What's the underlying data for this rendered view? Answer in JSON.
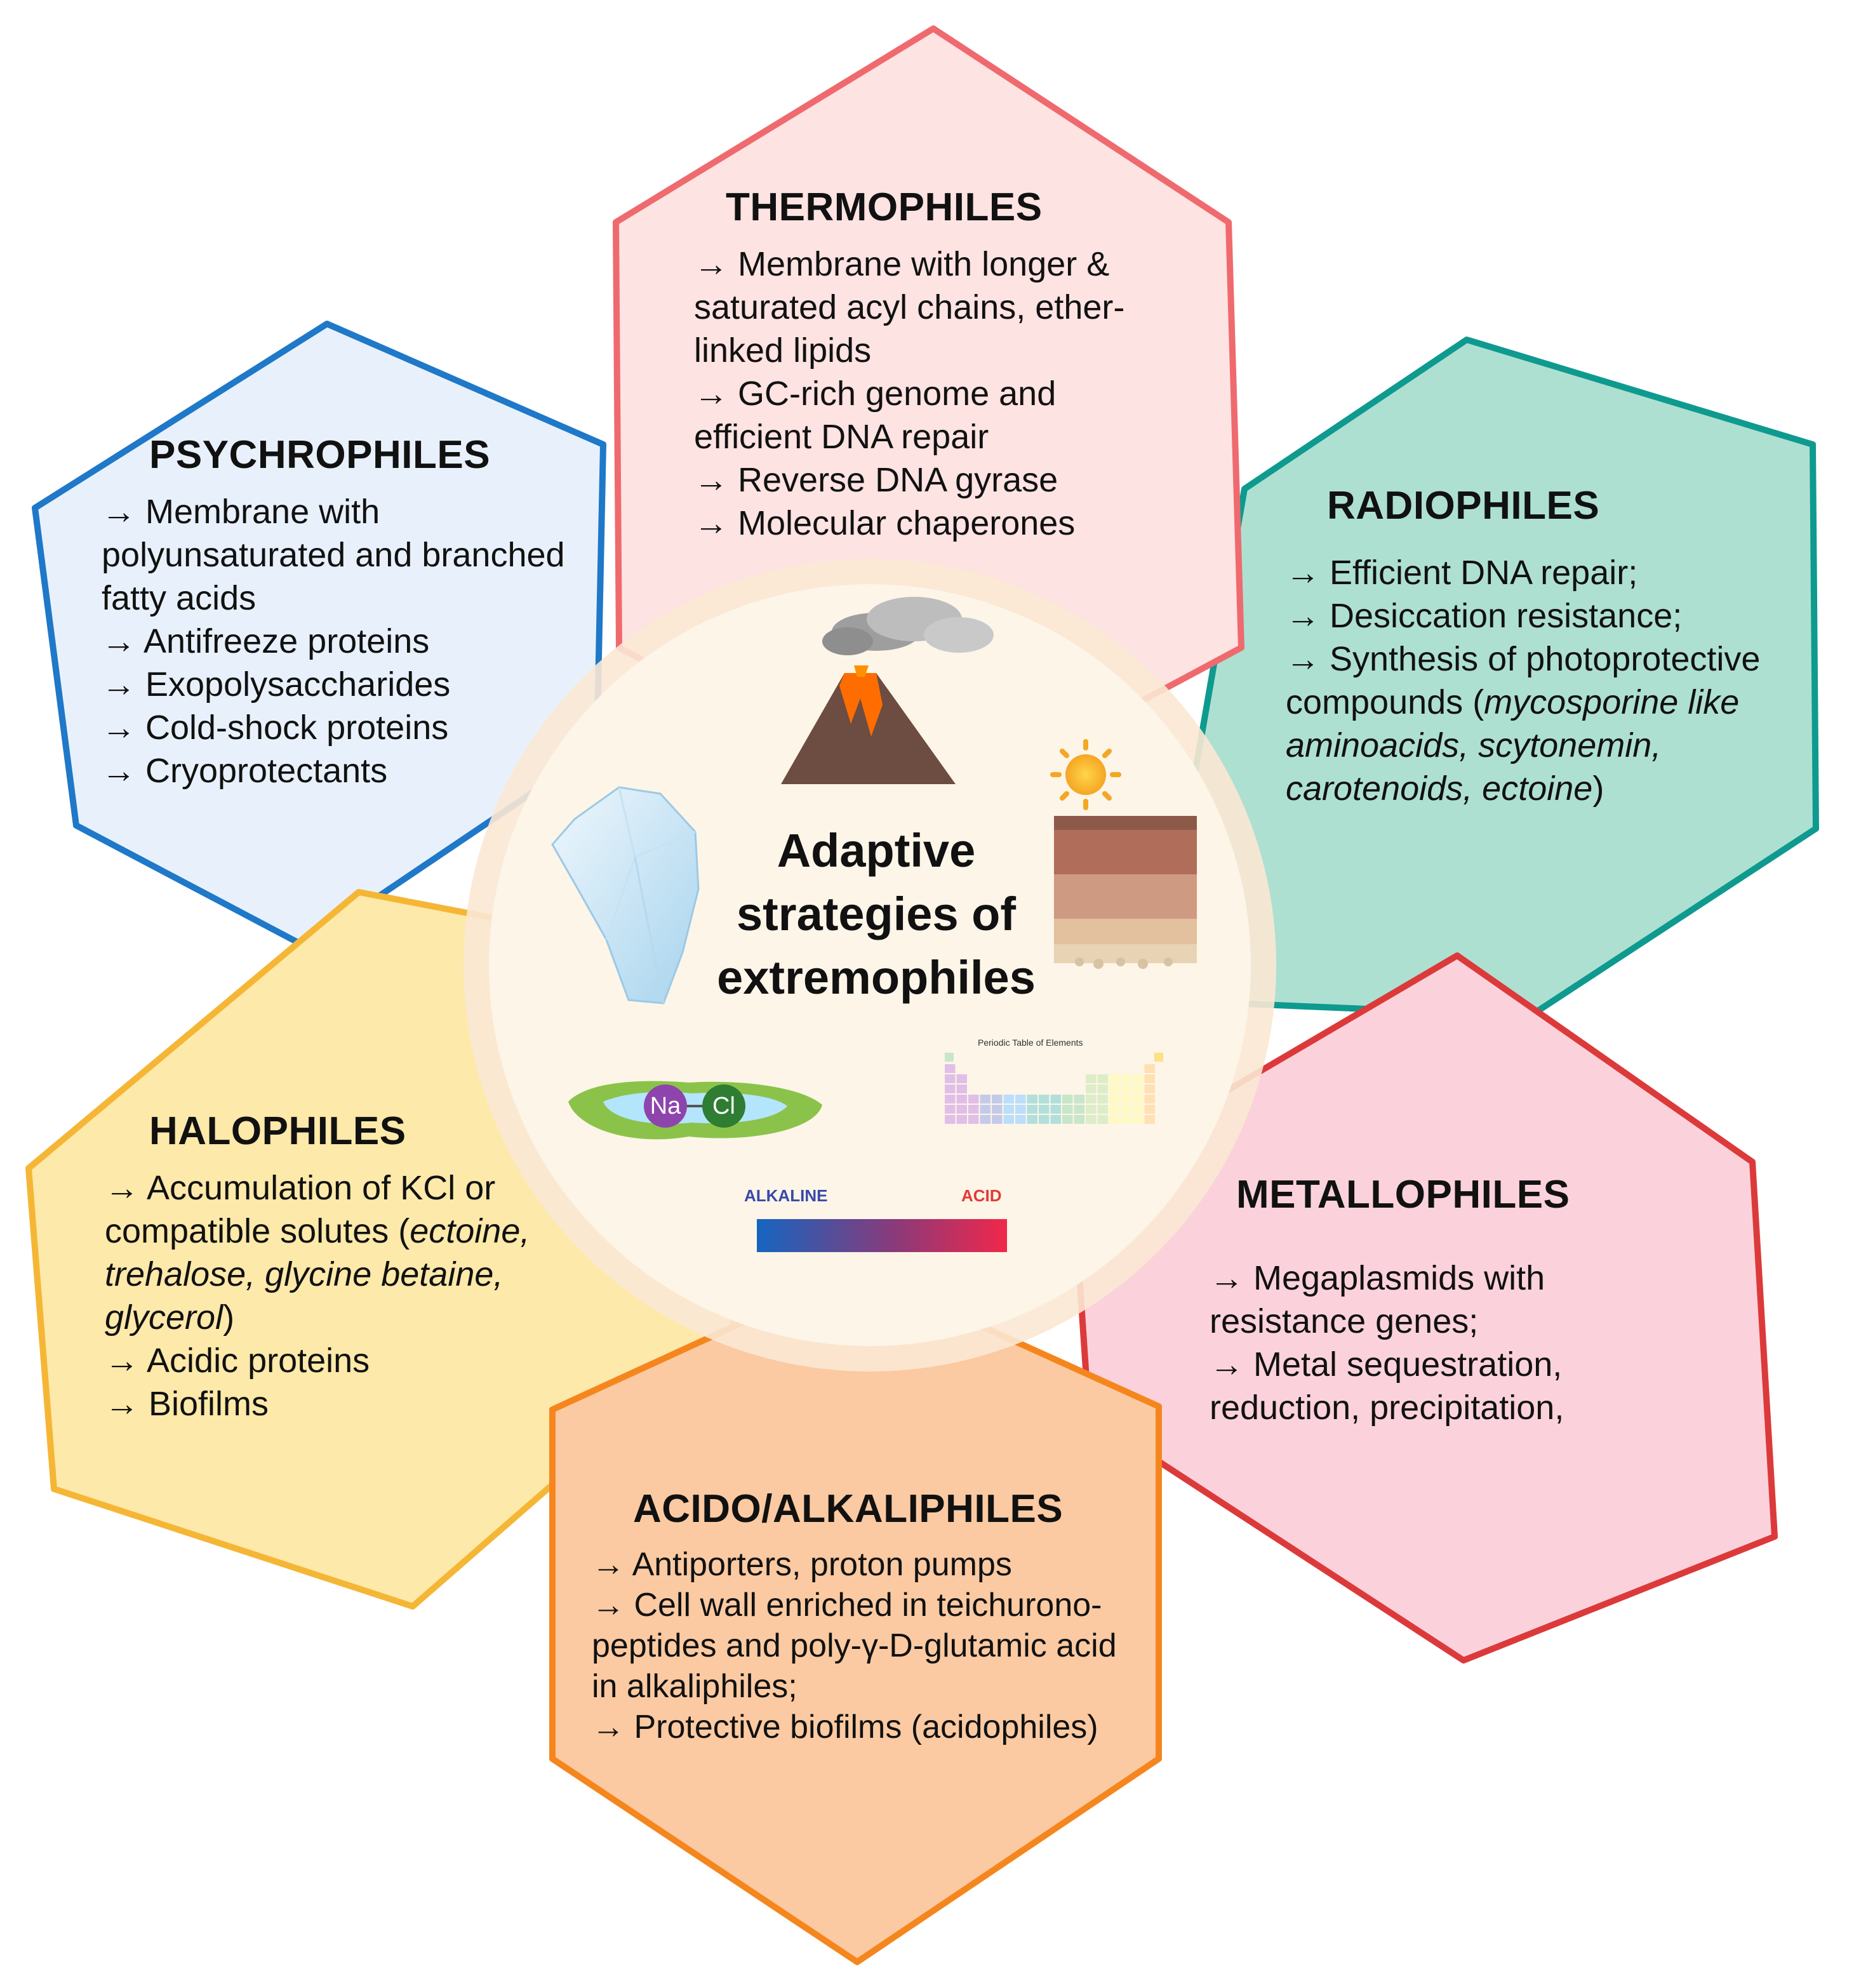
{
  "center": {
    "title_lines": [
      "Adaptive",
      "strategies of",
      "extremophiles"
    ],
    "gradient": {
      "left_label": "ALKALINE",
      "right_label": "ACID"
    },
    "periodic_table_label": "Periodic Table of Elements",
    "salt_ions": [
      "Na",
      "Cl"
    ]
  },
  "hexagons": {
    "thermophiles": {
      "title": "THERMOPHILES",
      "color": "#ef6a6e",
      "fill": "#fde3e2",
      "items": [
        "→ Membrane with longer & saturated acyl chains, ether-linked lipids",
        "→ GC-rich genome and efficient DNA repair",
        "→ Reverse DNA gyrase",
        "→ Molecular chaperones"
      ]
    },
    "psychrophiles": {
      "title": "PSYCHROPHILES",
      "color": "#1f78c8",
      "fill": "#e8f1fb",
      "items": [
        "→ Membrane with polyunsaturated and branched fatty acids",
        "→ Antifreeze proteins",
        "→ Exopolysaccharides",
        "→ Cold-shock proteins",
        "→ Cryoprotectants"
      ]
    },
    "radiophiles": {
      "title": "RADIOPHILES",
      "color": "#0e9a8f",
      "fill": "#aee0d2",
      "items": [
        "→ Efficient DNA repair;",
        "→ Desiccation resistance;",
        "→ Synthesis of photoprotective compounds ",
        "mycosporine like aminoacids, scytonemin, carotenoids, ectoine",
        ")"
      ]
    },
    "halophiles": {
      "title": "HALOPHILES",
      "color": "#f5b636",
      "fill": "#fde9a9",
      "items": [
        "→ Accumulation of KCl or compatible solutes (",
        "ectoine, trehalose, glycine betaine, glycerol",
        ")",
        "→ Acidic proteins",
        "→ Biofilms"
      ]
    },
    "metallophiles": {
      "title": "METALLOPHILES",
      "color": "#dc3a3a",
      "fill": "#fbd2dc",
      "items": [
        "→ Megaplasmids with resistance genes;",
        "→ Metal sequestration, reduction, precipitation,"
      ]
    },
    "acido_alkaliphiles": {
      "title": "ACIDO/ALKALIPHILES",
      "color": "#f5861e",
      "fill": "#fbcaa2",
      "items": [
        "→ Antiporters, proton pumps",
        "→ Cell wall enriched in teichurono-peptides and poly-γ-D-glutamic acid in alkaliphiles;",
        "→ Protective biofilms (acidophiles)"
      ]
    }
  },
  "colors": {
    "center_fill": "#fcf5e8",
    "center_ring": "#fbe8d4",
    "gradient_start": "#1565c0",
    "gradient_end": "#f0284a",
    "alkaline_label": "#3949ab",
    "acid_label": "#e53935"
  }
}
